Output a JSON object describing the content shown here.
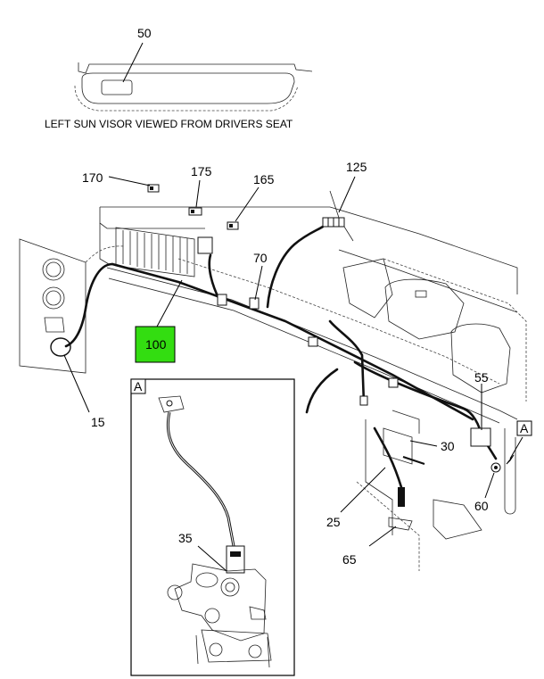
{
  "caption": "LEFT SUN VISOR VIEWED FROM DRIVERS SEAT",
  "callouts": {
    "c50": "50",
    "c170": "170",
    "c175": "175",
    "c165": "165",
    "c125": "125",
    "c70": "70",
    "c100": "100",
    "c15": "15",
    "c55": "55",
    "c30": "30",
    "c25": "25",
    "c60": "60",
    "c65": "65",
    "c35": "35"
  },
  "view_markers": {
    "detail_label": "A",
    "arrow_label": "A"
  },
  "colors": {
    "highlight": "#33dd11",
    "line": "#000000"
  }
}
